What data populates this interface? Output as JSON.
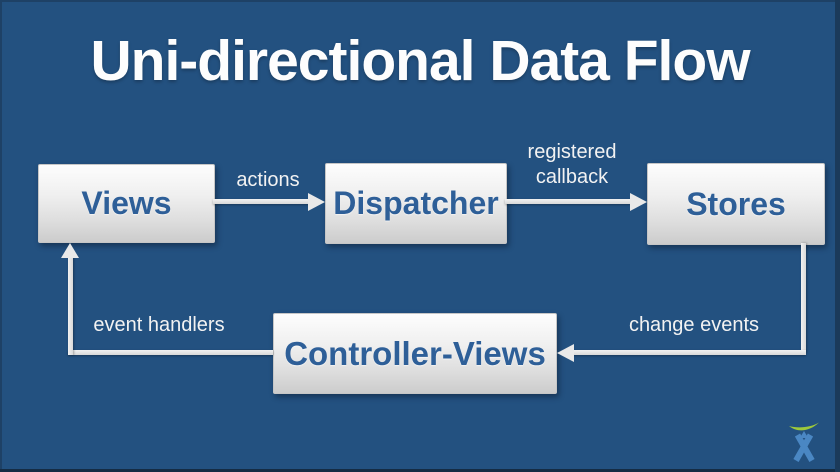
{
  "slide": {
    "title": "Uni-directional Data Flow",
    "background_color": "#235180",
    "node_text_color": "#2e5f98",
    "label_text_color": "#f2f2f2",
    "arrow_color": "#e9e9e9"
  },
  "nodes": [
    {
      "id": "views",
      "label": "Views"
    },
    {
      "id": "dispatcher",
      "label": "Dispatcher"
    },
    {
      "id": "stores",
      "label": "Stores"
    },
    {
      "id": "controller-views",
      "label": "Controller-Views"
    }
  ],
  "edges": [
    {
      "from": "views",
      "to": "dispatcher",
      "label": "actions"
    },
    {
      "from": "dispatcher",
      "to": "stores",
      "label": "registered callback"
    },
    {
      "from": "stores",
      "to": "controller-views",
      "label": "change events"
    },
    {
      "from": "controller-views",
      "to": "views",
      "label": "event handlers"
    }
  ],
  "logo": {
    "name": "atlassian-logo",
    "arc_color": "#9dc83b",
    "figure_color": "#4a87c3"
  }
}
